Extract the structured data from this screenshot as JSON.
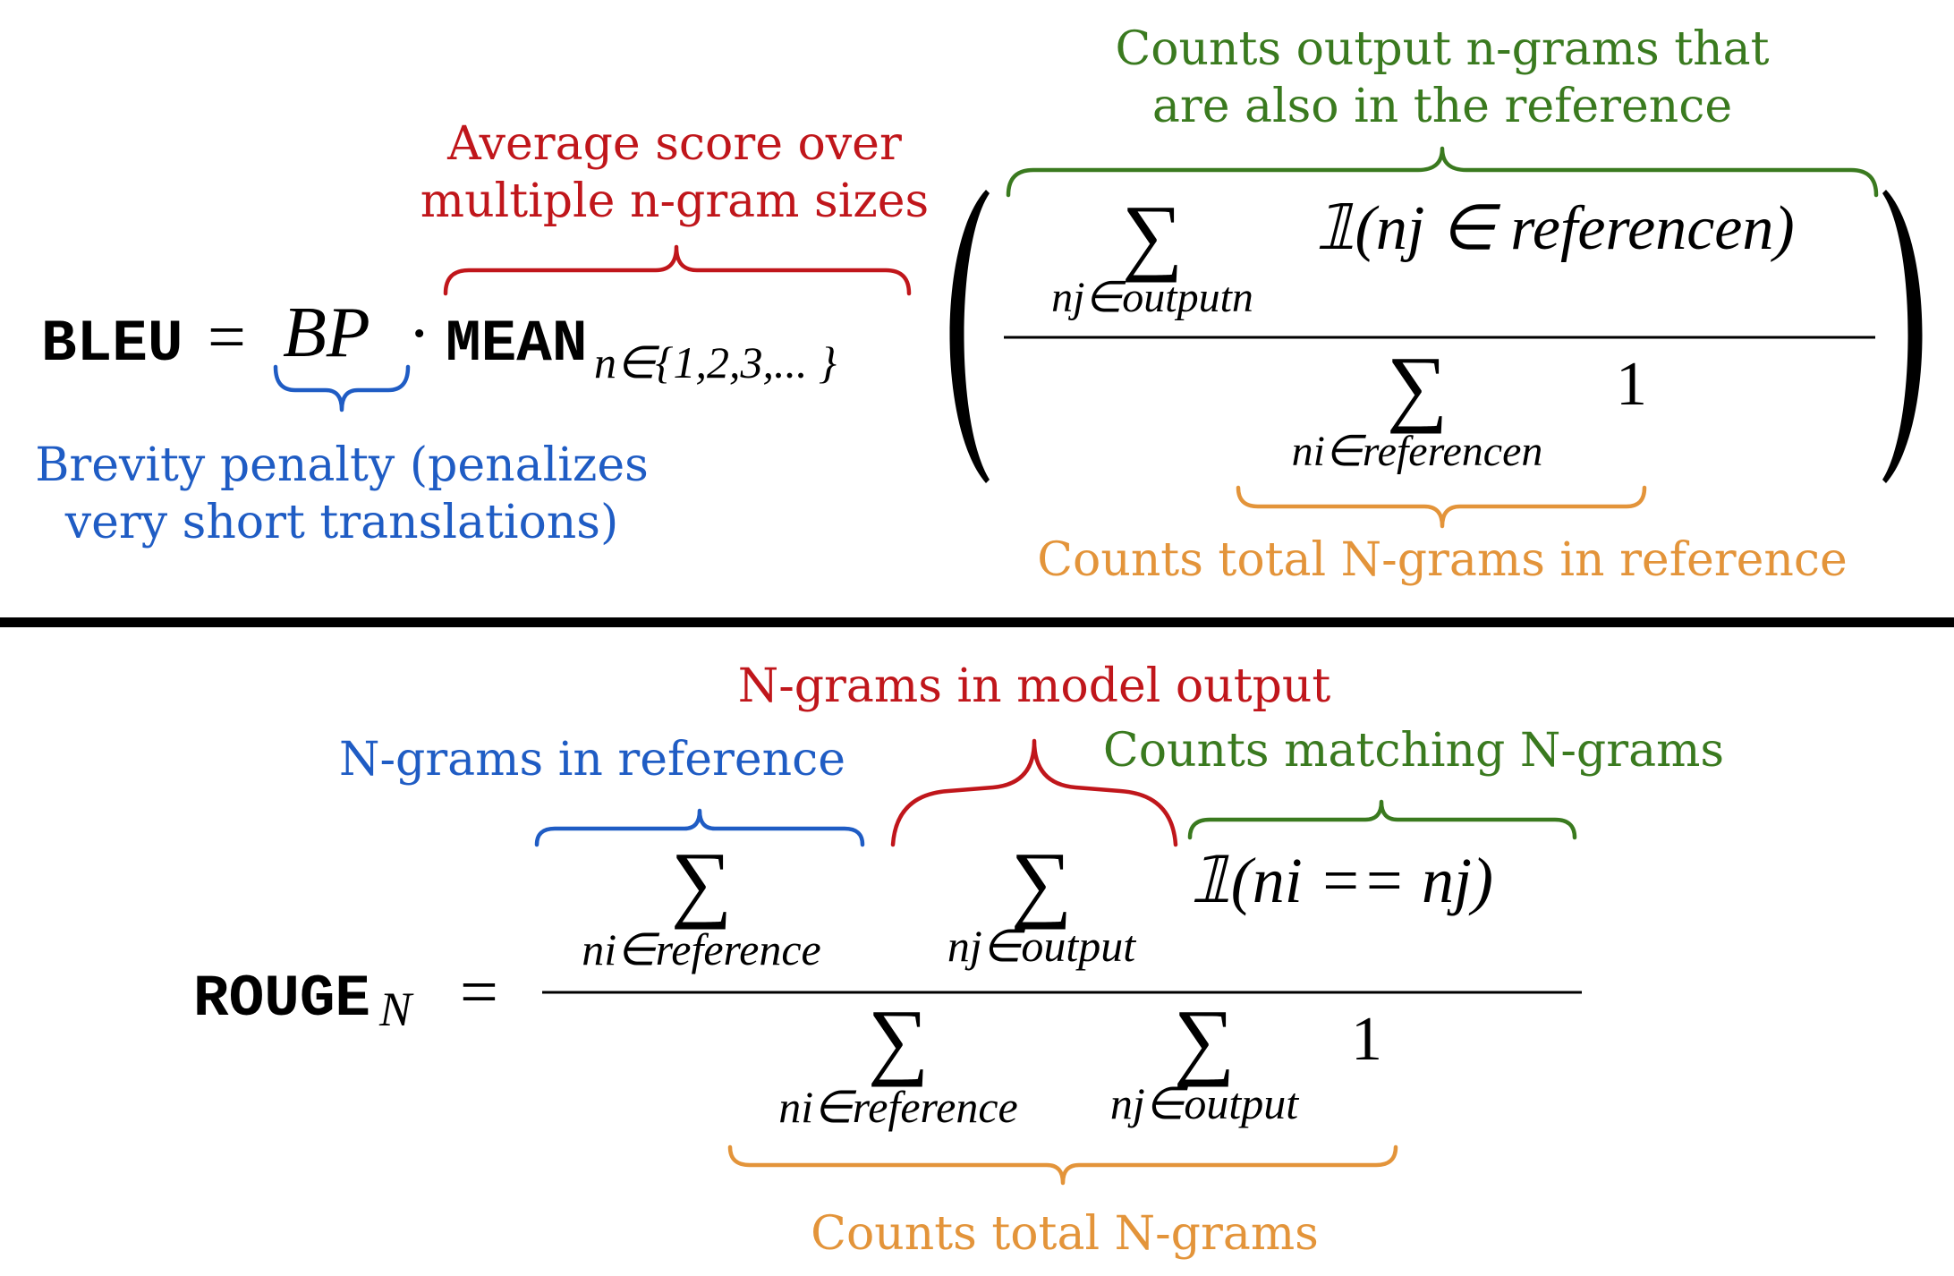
{
  "colors": {
    "blue": "#1f5cc4",
    "red": "#c0161b",
    "green": "#3a7a1f",
    "orange": "#e3943a",
    "black": "#000000"
  },
  "bleu": {
    "name": "BLEU",
    "equals": "=",
    "bp": "BP",
    "dot": "·",
    "mean": "MEAN",
    "mean_subscript": "n∈{1,2,3,... }",
    "sum_symbol": "∑",
    "numerator_sum_index": "nj∈outputn",
    "numerator_term": "𝟙(nj ∈ referencen)",
    "denominator_sum_index": "ni∈referencen",
    "denominator_term": "1",
    "annotations": {
      "bp_line1": "Brevity penalty (penalizes",
      "bp_line2": "very short translations)",
      "mean_line1": "Average score over",
      "mean_line2": "multiple n-gram sizes",
      "numerator_line1": "Counts output n-grams that",
      "numerator_line2": "are also in the reference",
      "denominator": "Counts total N-grams in reference"
    }
  },
  "rouge": {
    "name": "ROUGE",
    "name_subscript": "N",
    "equals": "=",
    "sum_symbol": "∑",
    "num_sum1_index": "ni∈reference",
    "num_sum2_index": "nj∈output",
    "numerator_term": "𝟙(ni == nj)",
    "den_sum1_index": "ni∈reference",
    "den_sum2_index": "nj∈output",
    "denominator_term": "1",
    "annotations": {
      "reference": "N-grams in reference",
      "output": "N-grams in model output",
      "matching": "Counts matching N-grams",
      "total": "Counts total N-grams"
    }
  }
}
